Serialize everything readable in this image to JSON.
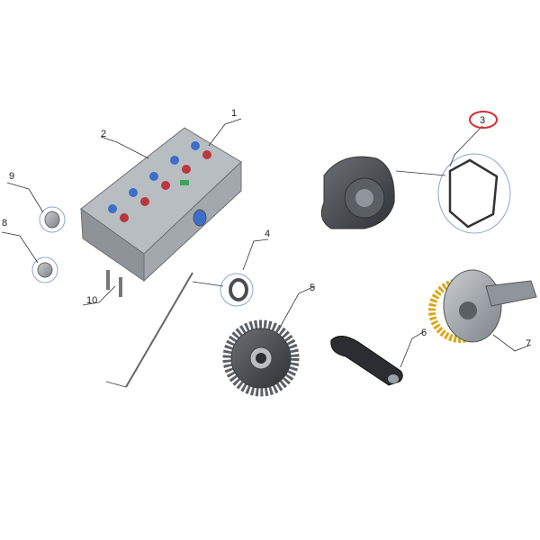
{
  "diagram": {
    "callouts": [
      {
        "id": "1",
        "label": "1"
      },
      {
        "id": "2",
        "label": "2"
      },
      {
        "id": "3",
        "label": "3",
        "highlighted": true
      },
      {
        "id": "4",
        "label": "4"
      },
      {
        "id": "5",
        "label": "5"
      },
      {
        "id": "6",
        "label": "6"
      },
      {
        "id": "7",
        "label": "7"
      },
      {
        "id": "8",
        "label": "8"
      },
      {
        "id": "9",
        "label": "9"
      },
      {
        "id": "10",
        "label": "10"
      }
    ],
    "parts": {
      "cylinder_head": "cylinder-head-assembly",
      "water_pump": "water-pump",
      "gasket": "gasket-ring",
      "seal": "oil-seal",
      "gear": "idler-gear",
      "pipe": "oil-pipe",
      "vacuum_pump": "vacuum-pump",
      "plug": "ball-plug",
      "cap": "cup-plug",
      "stud": "stud-bolt",
      "dipstick": "dipstick-rod"
    },
    "colors": {
      "highlight": "#d32f2f",
      "part_gray": "#8f959b",
      "gear_gold": "#d9a91c",
      "valve_blue": "#3b6fc9",
      "valve_red": "#b8383d",
      "green_accent": "#3aa655"
    }
  }
}
